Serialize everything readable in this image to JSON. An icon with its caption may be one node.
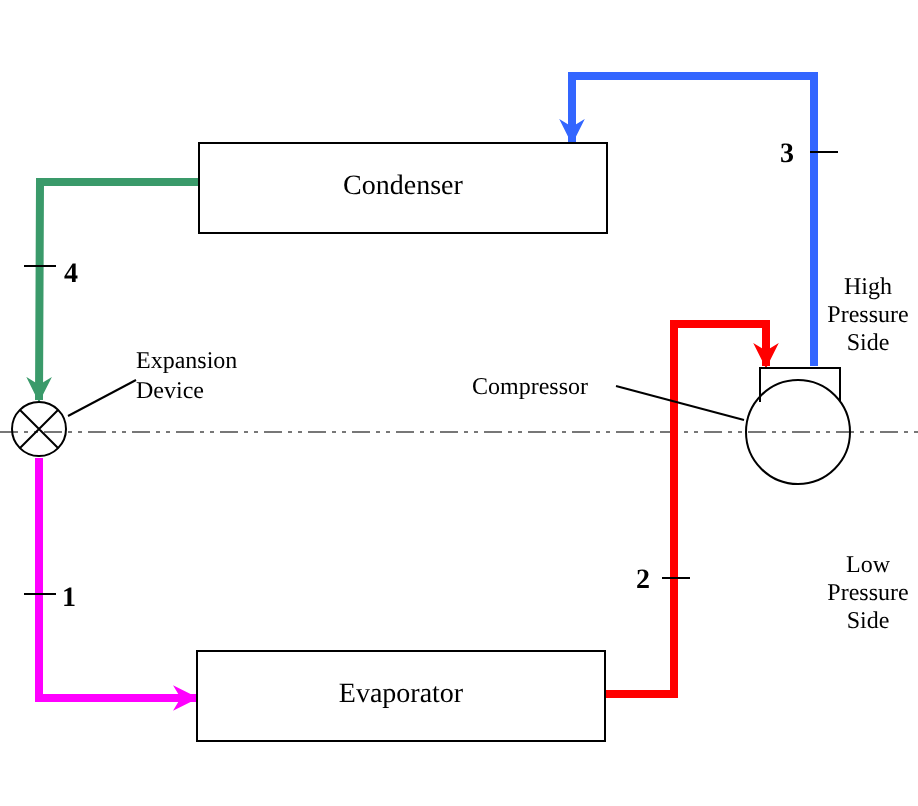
{
  "diagram": {
    "nodes": [
      {
        "text": [
          "Condenser"
        ]
      },
      {
        "text": [
          "Expansion Device"
        ]
      },
      {
        "text": [],
        "shape": "circle"
      },
      {
        "text": [
          "Compressor"
        ]
      },
      {
        "text": [],
        "shape": "circle"
      },
      {
        "text": [
          "Evaporator"
        ]
      }
    ],
    "edges": [
      {
        "from": 0,
        "to": 2,
        "arrow": "to",
        "color": "#3a9a6a"
      },
      {
        "from": 2,
        "to": 5,
        "arrow": "to",
        "color": "#ff00ff"
      },
      {
        "from": 5,
        "to": 4,
        "arrow": "to",
        "color": "#ff0000"
      },
      {
        "from": 4,
        "to": 0,
        "arrow": "to",
        "color": "#3366ff"
      },
      {
        "from": 1,
        "to": 2,
        "arrow": "none"
      },
      {
        "from": 3,
        "to": 4,
        "arrow": "none"
      }
    ],
    "labels": [
      "3",
      "4",
      "High Pressure Side",
      "1",
      "2",
      "Low Pressure Side"
    ]
  }
}
